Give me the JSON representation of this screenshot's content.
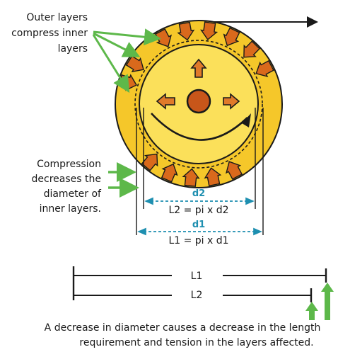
{
  "labels": {
    "outer_compress_line1": "Outer layers",
    "outer_compress_line2": "compress inner",
    "outer_compress_line3": "layers",
    "compression_line1": "Compression",
    "compression_line2": "decreases the",
    "compression_line3": "diameter of",
    "compression_line4": "inner layers."
  },
  "dimensions": {
    "d2": "d2",
    "l2_formula": "L2 = pi x d2",
    "d1": "d1",
    "l1_formula": "L1 = pi x d1"
  },
  "length_compare": {
    "l1": "L1",
    "l2": "L2"
  },
  "caption": {
    "line1": "A decrease in diameter causes a decrease in the length",
    "line2": "requirement and tension in the layers affected."
  },
  "colors": {
    "roll_yellow": "#F5C72A",
    "roll_light": "#FBE05A",
    "arrow_orange": "#D9691C",
    "hub_brown": "#C8561A",
    "annotation_green": "#5DB84A",
    "dimension_blue": "#1e8fb0"
  }
}
